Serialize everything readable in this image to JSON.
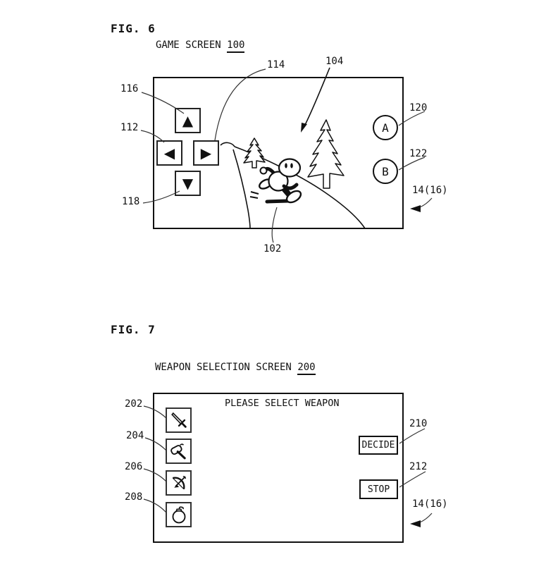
{
  "colors": {
    "ink": "#111111",
    "bg": "#ffffff"
  },
  "fig6": {
    "figure_label": "FIG. 6",
    "title": "GAME SCREEN",
    "title_ref": "100",
    "labels": {
      "l116": "116",
      "l112": "112",
      "l118": "118",
      "l114": "114",
      "l104": "104",
      "l120": "120",
      "l122": "122",
      "l102": "102",
      "l14": "14(16)"
    },
    "dpad": {
      "up_icon": "▲",
      "down_icon": "▼",
      "left_icon": "◀",
      "right_icon": "▶"
    },
    "button_a": "A",
    "button_b": "B"
  },
  "fig7": {
    "figure_label": "FIG. 7",
    "title": "WEAPON SELECTION SCREEN",
    "title_ref": "200",
    "panel_title": "PLEASE SELECT WEAPON",
    "labels": {
      "l202": "202",
      "l204": "204",
      "l206": "206",
      "l208": "208",
      "l210": "210",
      "l212": "212",
      "l14": "14(16)"
    },
    "weapons": [
      {
        "ref": "202",
        "name": "sword"
      },
      {
        "ref": "204",
        "name": "hammer"
      },
      {
        "ref": "206",
        "name": "bow"
      },
      {
        "ref": "208",
        "name": "bomb"
      }
    ],
    "decide_button": "DECIDE",
    "stop_button": "STOP"
  }
}
